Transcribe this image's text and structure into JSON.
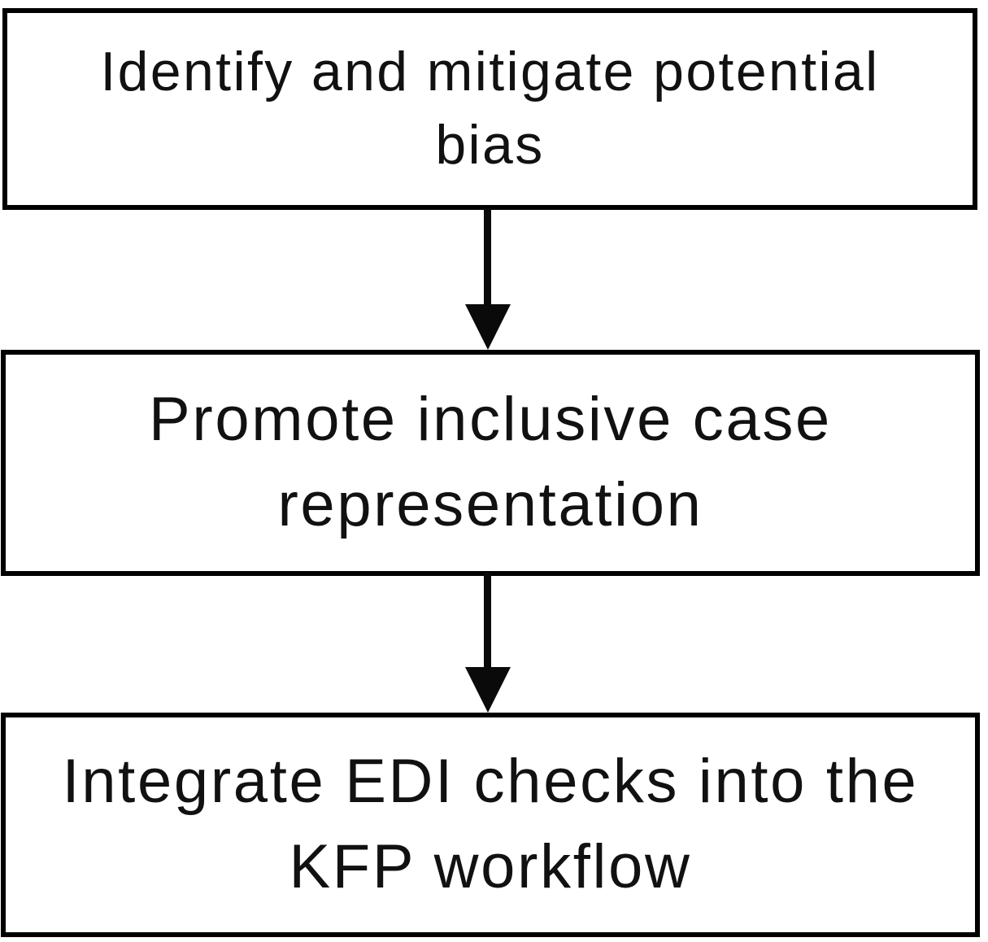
{
  "diagram": {
    "type": "flowchart",
    "direction": "top-down",
    "steps": [
      {
        "label": "Identify and mitigate potential bias"
      },
      {
        "label": "Promote inclusive case representation"
      },
      {
        "label": "Integrate EDI checks into the KFP workflow"
      }
    ],
    "connectors": [
      {
        "from": 0,
        "to": 1,
        "shape": "arrow-down"
      },
      {
        "from": 1,
        "to": 2,
        "shape": "arrow-down"
      }
    ],
    "colors": {
      "background": "#ffffff",
      "box_fill": "#ffffff",
      "box_border": "#000000",
      "text": "#111111",
      "arrow": "#0a0a0a"
    }
  }
}
